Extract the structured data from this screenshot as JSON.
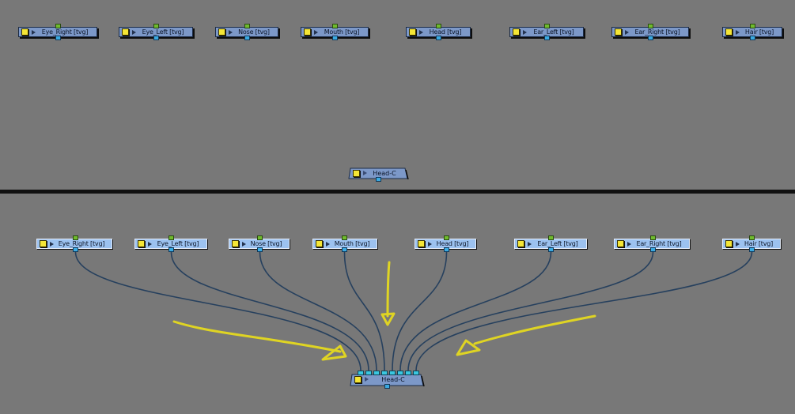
{
  "top_view": {
    "nodes": [
      {
        "label": "Eye_Right [tvg]"
      },
      {
        "label": "Eye_Left [tvg]"
      },
      {
        "label": "Nose [tvg]"
      },
      {
        "label": "Mouth [tvg]"
      },
      {
        "label": "Head [tvg]"
      },
      {
        "label": "Ear_Left [tvg]"
      },
      {
        "label": "Ear_Right [tvg]"
      },
      {
        "label": "Hair [tvg]"
      }
    ],
    "composite": {
      "label": "Head-C"
    }
  },
  "bottom_view": {
    "nodes": [
      {
        "label": "Eye_Right [tvg]"
      },
      {
        "label": "Eye_Left [tvg]"
      },
      {
        "label": "Nose [tvg]"
      },
      {
        "label": "Mouth [tvg]"
      },
      {
        "label": "Head [tvg]"
      },
      {
        "label": "Ear_Left [tvg]"
      },
      {
        "label": "Ear_Right [tvg]"
      },
      {
        "label": "Hair [tvg]"
      }
    ],
    "composite": {
      "label": "Head-C",
      "input_port_count": 8
    },
    "connections": [
      {
        "from": "Eye_Right [tvg]",
        "to": "Head-C"
      },
      {
        "from": "Eye_Left [tvg]",
        "to": "Head-C"
      },
      {
        "from": "Nose [tvg]",
        "to": "Head-C"
      },
      {
        "from": "Mouth [tvg]",
        "to": "Head-C"
      },
      {
        "from": "Head [tvg]",
        "to": "Head-C"
      },
      {
        "from": "Ear_Left [tvg]",
        "to": "Head-C"
      },
      {
        "from": "Ear_Right [tvg]",
        "to": "Head-C"
      },
      {
        "from": "Hair [tvg]",
        "to": "Head-C"
      }
    ],
    "annotation_arrows": [
      "left-arrow",
      "down-arrow",
      "right-arrow"
    ]
  },
  "colors": {
    "background": "#787878",
    "node": "#7c98c8",
    "node_selected": "#9cc2f0",
    "wire": "#26405e",
    "annotation": "#e8dc1c",
    "divider": "#111111"
  }
}
